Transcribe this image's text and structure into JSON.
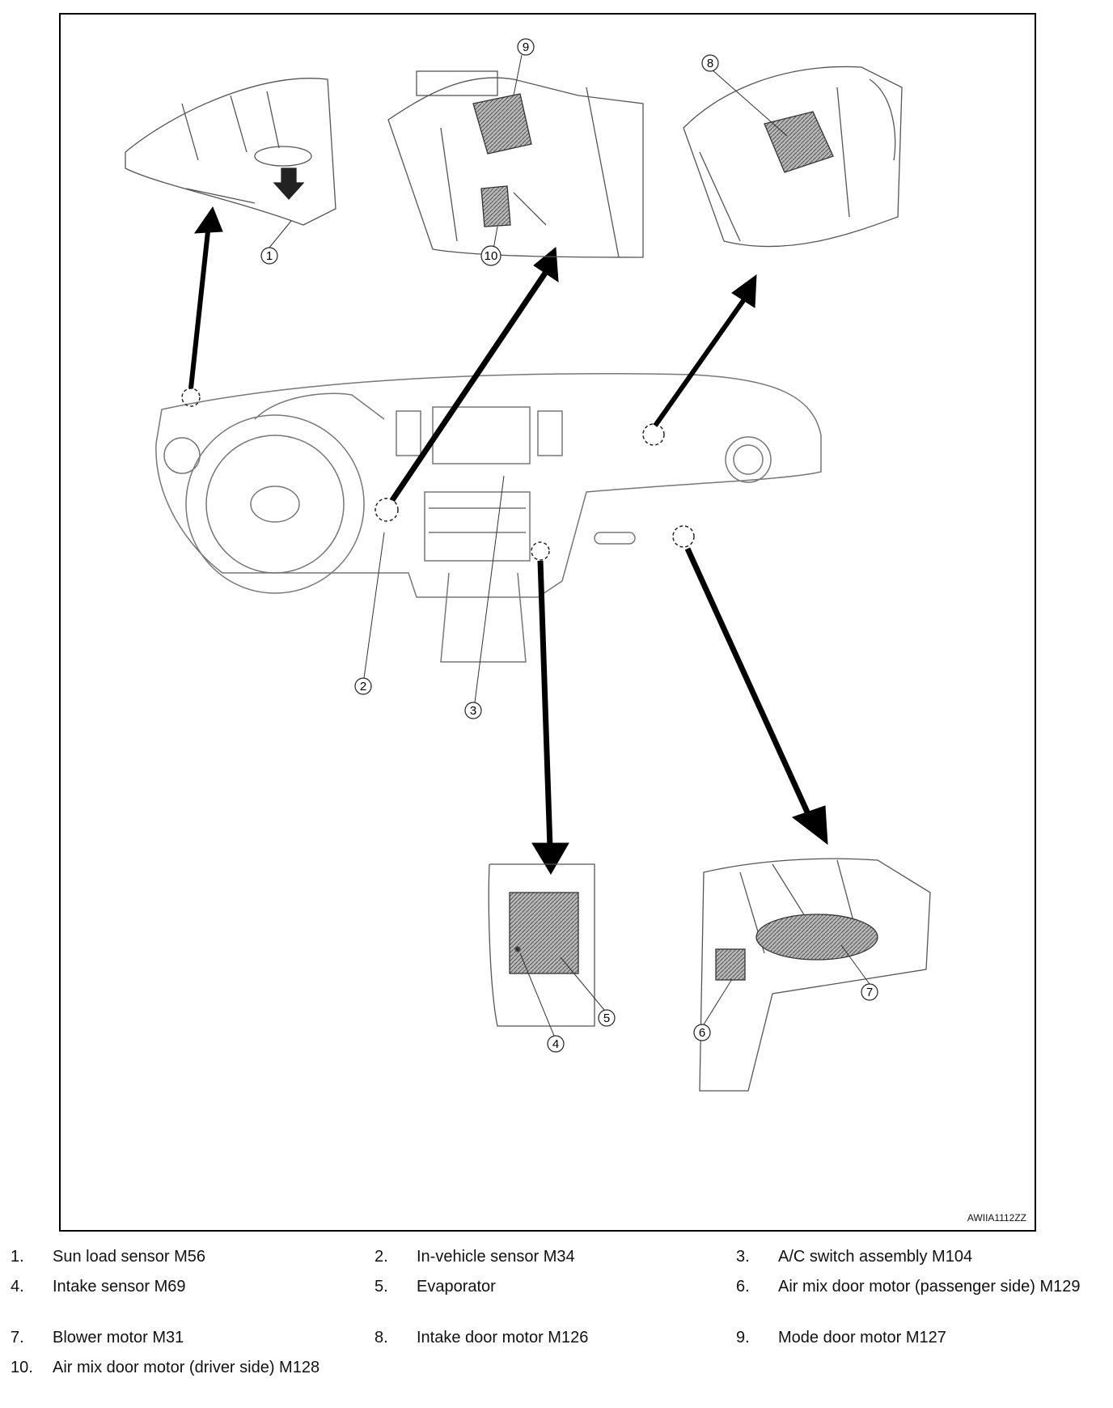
{
  "figure_code": "AWIIA1112ZZ",
  "callouts": [
    "1",
    "2",
    "3",
    "4",
    "5",
    "6",
    "7",
    "8",
    "9",
    "10"
  ],
  "legend": [
    {
      "num": "1.",
      "text": "Sun load sensor M56"
    },
    {
      "num": "2.",
      "text": "In-vehicle sensor M34"
    },
    {
      "num": "3.",
      "text": "A/C switch assembly M104"
    },
    {
      "num": "4.",
      "text": "Intake sensor M69"
    },
    {
      "num": "5.",
      "text": "Evaporator"
    },
    {
      "num": "6.",
      "text": "Air mix door motor (passenger side) M129"
    },
    {
      "num": "7.",
      "text": "Blower motor M31"
    },
    {
      "num": "8.",
      "text": "Intake door motor M126"
    },
    {
      "num": "9.",
      "text": "Mode door motor M127"
    },
    {
      "num": "10.",
      "text": "Air mix door motor (driver side) M128"
    }
  ]
}
